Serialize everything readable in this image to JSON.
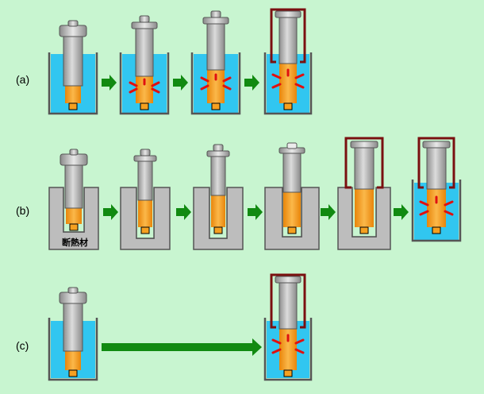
{
  "rows": [
    {
      "id": "a",
      "label": "(a)"
    },
    {
      "id": "b",
      "label": "(b)",
      "insulation_label": "断熱材"
    },
    {
      "id": "c",
      "label": "(c)"
    }
  ],
  "colors": {
    "background": "#c8f5d0",
    "water": "#31c6f0",
    "sample": "#f5a020",
    "container_wall": "#707070",
    "insulation": "#bdbdbd",
    "piston": "#a9a9a9",
    "frame": "#7a1010",
    "heat_marks": "#e01010",
    "arrow": "#118a11"
  }
}
